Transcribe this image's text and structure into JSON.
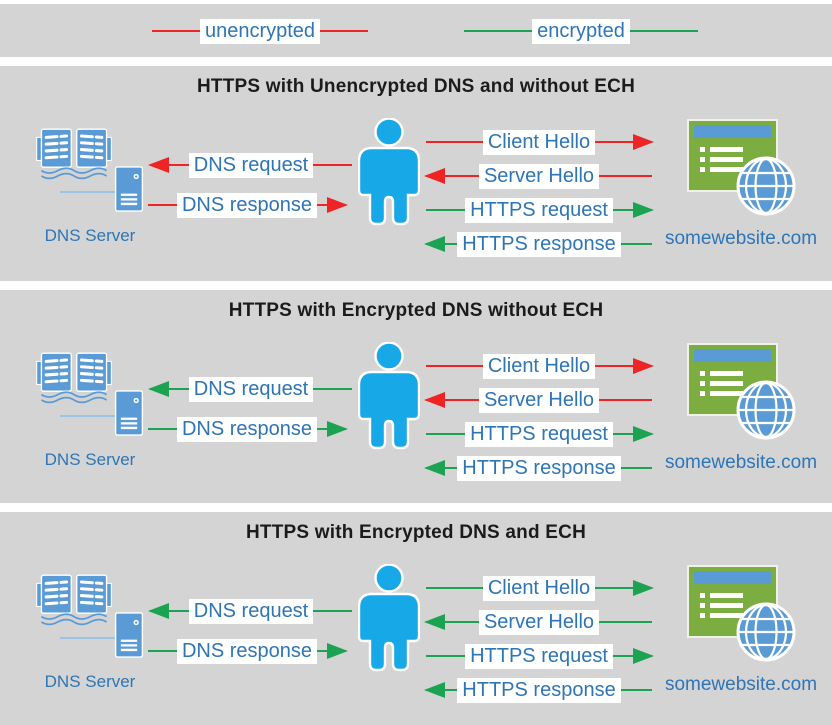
{
  "colors": {
    "panel": "#d4d4d4",
    "red": "#ee2524",
    "green": "#1ca351",
    "txtblue": "#2e75b6",
    "iconblue": "#5b9bd5",
    "person": "#17a8e8",
    "browser_green": "#7cad41"
  },
  "legend": {
    "items": [
      {
        "label": "unencrypted",
        "color": "#ee2524"
      },
      {
        "label": "encrypted",
        "color": "#1ca351"
      }
    ]
  },
  "panels": [
    {
      "title": "HTTPS with Unencrypted DNS and without ECH",
      "dns_server_label": "DNS Server",
      "website_label": "somewebsite.com",
      "left_arrows": [
        {
          "label": "DNS request",
          "color": "#ee2524",
          "direction": "left"
        },
        {
          "label": "DNS response",
          "color": "#ee2524",
          "direction": "right"
        }
      ],
      "right_arrows": [
        {
          "label": "Client Hello",
          "color": "#ee2524",
          "direction": "right"
        },
        {
          "label": "Server Hello",
          "color": "#ee2524",
          "direction": "left"
        },
        {
          "label": "HTTPS request",
          "color": "#1ca351",
          "direction": "right"
        },
        {
          "label": "HTTPS response",
          "color": "#1ca351",
          "direction": "left"
        }
      ]
    },
    {
      "title": "HTTPS with Encrypted DNS without ECH",
      "dns_server_label": "DNS Server",
      "website_label": "somewebsite.com",
      "left_arrows": [
        {
          "label": "DNS request",
          "color": "#1ca351",
          "direction": "left"
        },
        {
          "label": "DNS response",
          "color": "#1ca351",
          "direction": "right"
        }
      ],
      "right_arrows": [
        {
          "label": "Client Hello",
          "color": "#ee2524",
          "direction": "right"
        },
        {
          "label": "Server Hello",
          "color": "#ee2524",
          "direction": "left"
        },
        {
          "label": "HTTPS request",
          "color": "#1ca351",
          "direction": "right"
        },
        {
          "label": "HTTPS response",
          "color": "#1ca351",
          "direction": "left"
        }
      ]
    },
    {
      "title": "HTTPS with Encrypted DNS and ECH",
      "dns_server_label": "DNS Server",
      "website_label": "somewebsite.com",
      "left_arrows": [
        {
          "label": "DNS request",
          "color": "#1ca351",
          "direction": "left"
        },
        {
          "label": "DNS response",
          "color": "#1ca351",
          "direction": "right"
        }
      ],
      "right_arrows": [
        {
          "label": "Client Hello",
          "color": "#1ca351",
          "direction": "right"
        },
        {
          "label": "Server Hello",
          "color": "#1ca351",
          "direction": "left"
        },
        {
          "label": "HTTPS request",
          "color": "#1ca351",
          "direction": "right"
        },
        {
          "label": "HTTPS response",
          "color": "#1ca351",
          "direction": "left"
        }
      ]
    }
  ]
}
